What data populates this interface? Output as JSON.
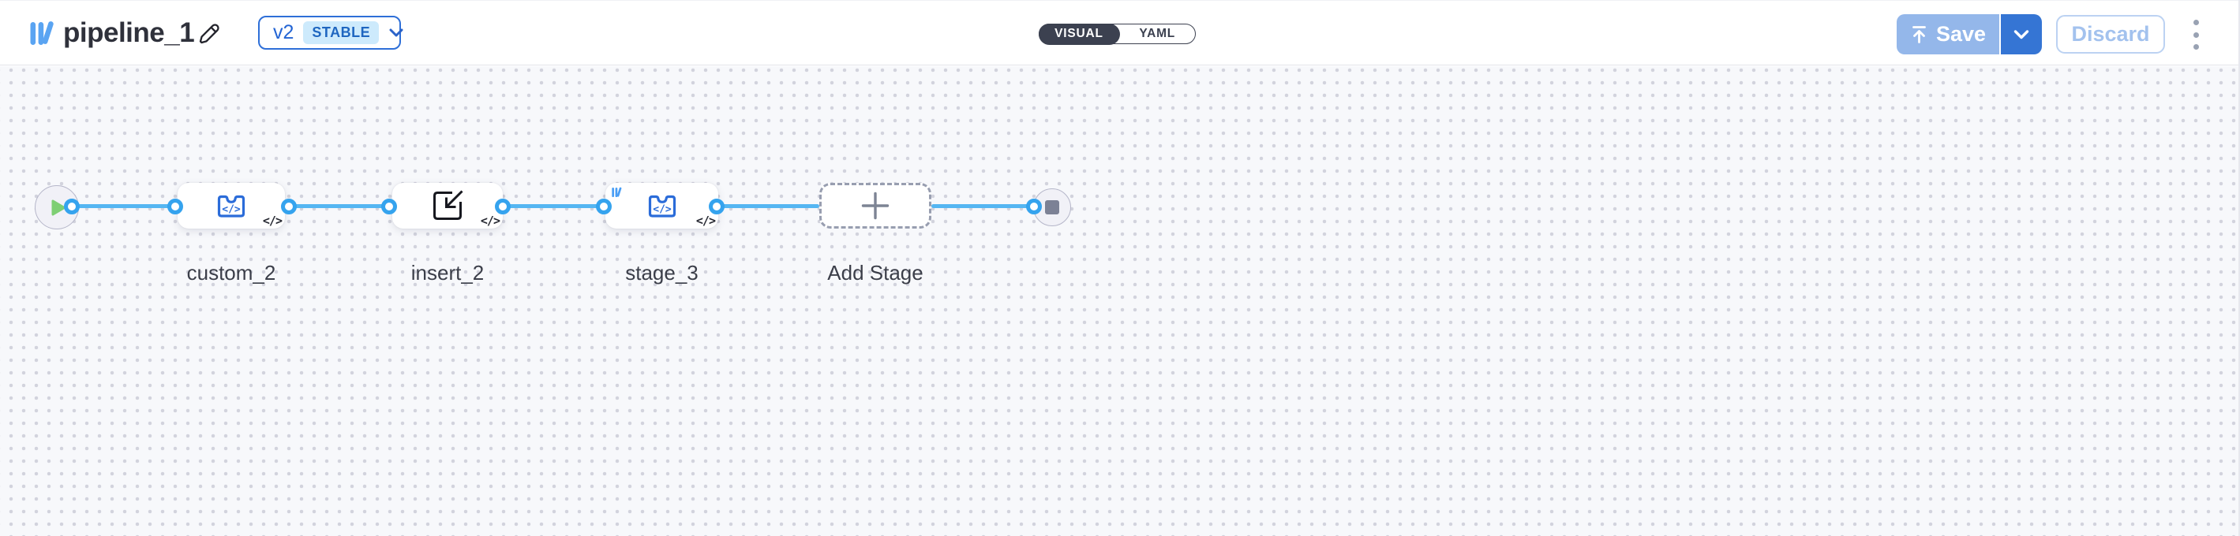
{
  "header": {
    "title": "pipeline_1",
    "logo_name": "library-logo",
    "version_selector": {
      "version": "v2",
      "badge": "STABLE"
    },
    "view_toggle": {
      "visual": "VISUAL",
      "yaml": "YAML",
      "selected": "VISUAL"
    },
    "actions": {
      "save": "Save",
      "discard": "Discard"
    }
  },
  "canvas": {
    "code_badge": "</>",
    "icon_code_glyph": "</>",
    "stages": [
      {
        "label": "custom_2",
        "icon": "code-stage-icon",
        "has_code_badge": true
      },
      {
        "label": "insert_2",
        "icon": "insert-stage-icon",
        "has_code_badge": true
      },
      {
        "label": "stage_3",
        "icon": "code-stage-icon",
        "has_code_badge": true,
        "library_badge": true
      },
      {
        "label": "Add Stage",
        "icon": "plus-icon"
      }
    ],
    "endpoints": {
      "start": "play",
      "end": "stop"
    }
  },
  "colors": {
    "edge_blue": "#55b6f2",
    "port_blue": "#35a3ee",
    "accent_blue": "#2e6fd8",
    "node_icon_blue": "#2b6cd9",
    "save_disabled_blue": "#94b7ea",
    "save_chevron_blue": "#3575d4",
    "toggle_dark": "#3c4150",
    "canvas_bg": "#f7f8fb",
    "play_green": "#7ecf74"
  }
}
